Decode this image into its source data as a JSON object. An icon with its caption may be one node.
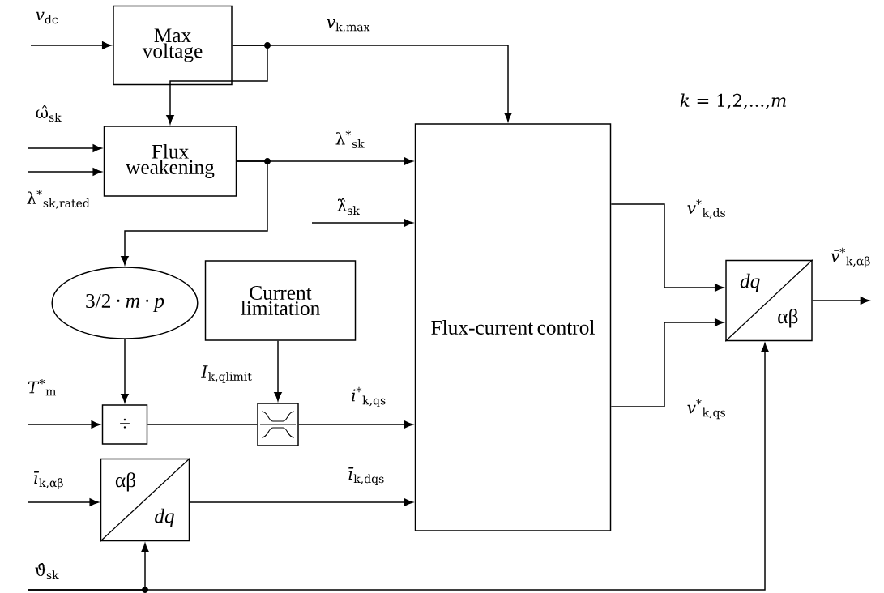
{
  "diagram": {
    "nodes": [
      {
        "text": [
          "Max voltage"
        ]
      },
      {
        "text": [
          "Flux weakening"
        ]
      },
      {
        "text": [
          "Flux-current control"
        ]
      },
      {
        "text": [
          "3/2 · *m* · *p*"
        ]
      },
      {
        "text": [
          "Current limitation"
        ]
      },
      {
        "text": [
          "÷"
        ]
      },
      {
        "text": [],
        "shape": "box"
      },
      {
        "text": [
          "αβ",
          "dq"
        ]
      },
      {
        "text": [
          "dq",
          "αβ"
        ]
      }
    ],
    "edges": [
      {
        "from": null,
        "to": 0,
        "arrow": "to",
        "label": "*v*$_{dc}$"
      },
      {
        "from": 0,
        "to": 2,
        "arrow": "to",
        "label": "*v*$_{k,max}$"
      },
      {
        "from": 0,
        "to": 1,
        "arrow": "to"
      },
      {
        "from": null,
        "to": 1,
        "arrow": "to",
        "label": "ω̂$_{sk}$"
      },
      {
        "from": null,
        "to": 1,
        "arrow": "to",
        "label": "λ$^{*}$$_{sk,rated}$"
      },
      {
        "from": 1,
        "to": 2,
        "arrow": "to",
        "label": "λ$^{*}$$_{sk}$"
      },
      {
        "from": 1,
        "to": 3,
        "arrow": "to"
      },
      {
        "from": null,
        "to": 2,
        "arrow": "to",
        "label": "λ̂$_{sk}$"
      },
      {
        "from": 3,
        "to": 5,
        "arrow": "to"
      },
      {
        "from": null,
        "to": 5,
        "arrow": "to",
        "label": "*T*$^{*}$$_{m}$"
      },
      {
        "from": 4,
        "to": 6,
        "arrow": "to",
        "label": "*I*$_{k,qlimit}$"
      },
      {
        "from": 5,
        "to": 6,
        "arrow": "none"
      },
      {
        "from": 6,
        "to": 2,
        "arrow": "to",
        "label": "*i*$^{*}$$_{k,qs}$"
      },
      {
        "from": null,
        "to": 7,
        "arrow": "to",
        "label": "*ī*$_{k,αβ}$"
      },
      {
        "from": 7,
        "to": 2,
        "arrow": "to",
        "label": "*ī*$_{k,dqs}$"
      },
      {
        "from": null,
        "to": 7,
        "arrow": "to",
        "label": "ϑ̂$_{sk}$"
      },
      {
        "from": null,
        "to": 8,
        "arrow": "to"
      },
      {
        "from": 2,
        "to": 8,
        "arrow": "to",
        "label": "*v*$^{*}$$_{k,ds}$"
      },
      {
        "from": 2,
        "to": 8,
        "arrow": "to",
        "label": "*v*$^{*}$$_{k,qs}$"
      },
      {
        "from": 8,
        "to": null,
        "arrow": "to",
        "label": "*v̄*$^{*}$$_{k,αβ}$"
      }
    ],
    "labels": [
      "*k* = 1,2,...,*m*"
    ]
  }
}
